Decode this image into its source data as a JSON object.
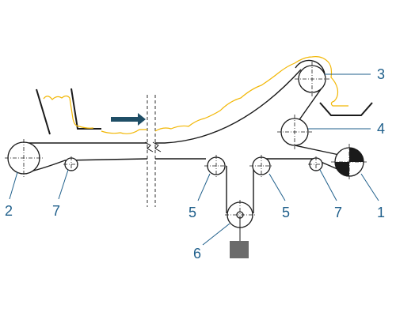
{
  "diagram": {
    "labels": {
      "l1": "1",
      "l2": "2",
      "l3": "3",
      "l4": "4",
      "l5a": "5",
      "l5b": "5",
      "l6": "6",
      "l7a": "7",
      "l7b": "7"
    },
    "colors": {
      "label": "#1f5f8b",
      "material": "#f2b705",
      "arrow": "#1f4e66",
      "weight": "#6b6b6b",
      "belt": "#1a1a1a"
    },
    "icons": {
      "drive_pulley": "drive-pulley-checkered-icon",
      "direction": "arrow-right-icon"
    }
  }
}
